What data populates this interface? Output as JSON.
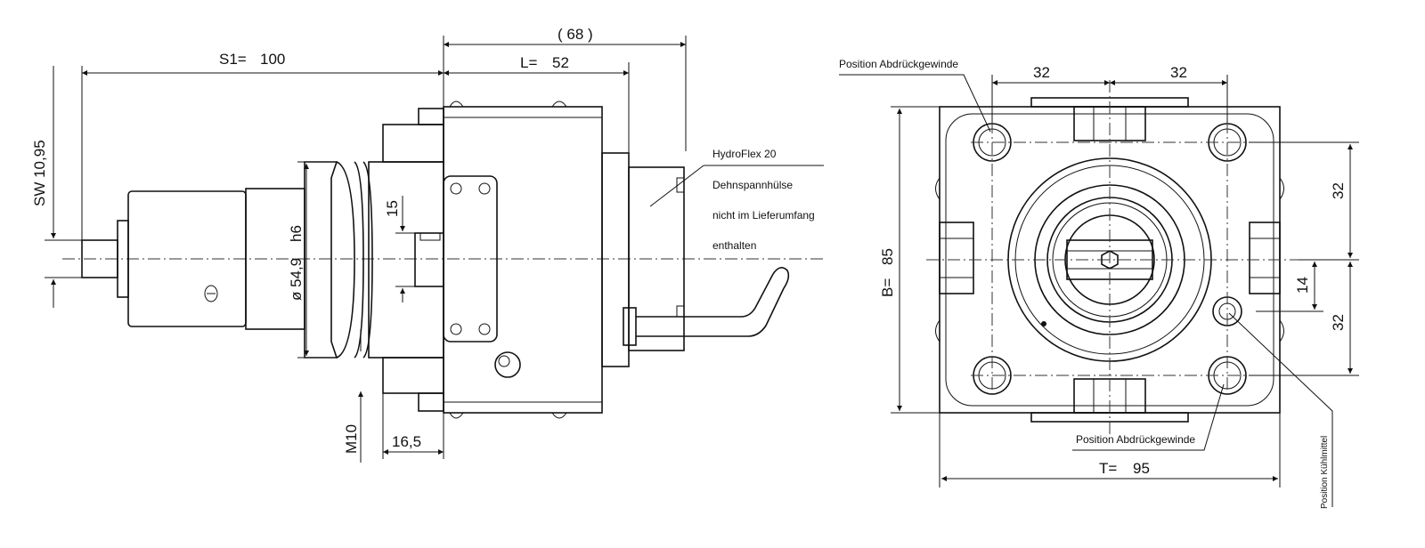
{
  "left_view": {
    "dim_68": "( 68 )",
    "dim_L": "L=",
    "dim_L_value": "52",
    "dim_S1": "S1=",
    "dim_S1_value": "100",
    "dim_SW": "SW  10,95",
    "dim_15": "15",
    "dim_h6": "h6",
    "dim_dia": "ø 54,9",
    "dim_M10": "M10",
    "dim_16_5": "16,5",
    "note_1": "HydroFlex 20",
    "note_2": "Dehnspannhülse",
    "note_3": "nicht im Lieferumfang",
    "note_4": "enthalten"
  },
  "right_view": {
    "label_top_left": "Position Abdrückgewinde",
    "label_bottom": "Position Abdrückgewinde",
    "label_coolant": "Position Kühlmittel",
    "dim_32_top_left": "32",
    "dim_32_top_right": "32",
    "dim_32_right_upper": "32",
    "dim_32_right_lower": "32",
    "dim_14": "14",
    "dim_B": "B=",
    "dim_B_value": "85",
    "dim_T": "T=",
    "dim_T_value": "95"
  }
}
